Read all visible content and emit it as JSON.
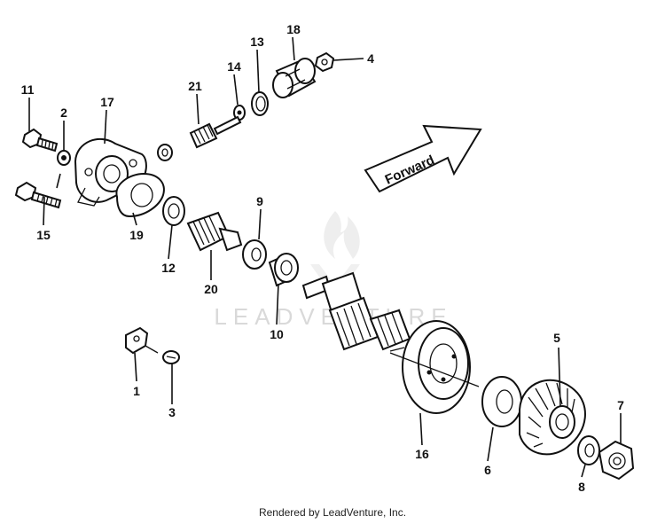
{
  "diagram": {
    "callouts": [
      {
        "id": "n1",
        "text": "1"
      },
      {
        "id": "n2",
        "text": "2"
      },
      {
        "id": "n3",
        "text": "3"
      },
      {
        "id": "n4",
        "text": "4"
      },
      {
        "id": "n5",
        "text": "5"
      },
      {
        "id": "n6",
        "text": "6"
      },
      {
        "id": "n7",
        "text": "7"
      },
      {
        "id": "n8",
        "text": "8"
      },
      {
        "id": "n9",
        "text": "9"
      },
      {
        "id": "n10",
        "text": "10"
      },
      {
        "id": "n11",
        "text": "11"
      },
      {
        "id": "n12",
        "text": "12"
      },
      {
        "id": "n13",
        "text": "13"
      },
      {
        "id": "n14",
        "text": "14"
      },
      {
        "id": "n15",
        "text": "15"
      },
      {
        "id": "n16",
        "text": "16"
      },
      {
        "id": "n17",
        "text": "17"
      },
      {
        "id": "n18",
        "text": "18"
      },
      {
        "id": "n19",
        "text": "19"
      },
      {
        "id": "n20",
        "text": "20"
      },
      {
        "id": "n21",
        "text": "21"
      }
    ],
    "direction_label": "Forward",
    "watermark": "LEADVENTURE",
    "credit": "Rendered by LeadVenture, Inc."
  }
}
